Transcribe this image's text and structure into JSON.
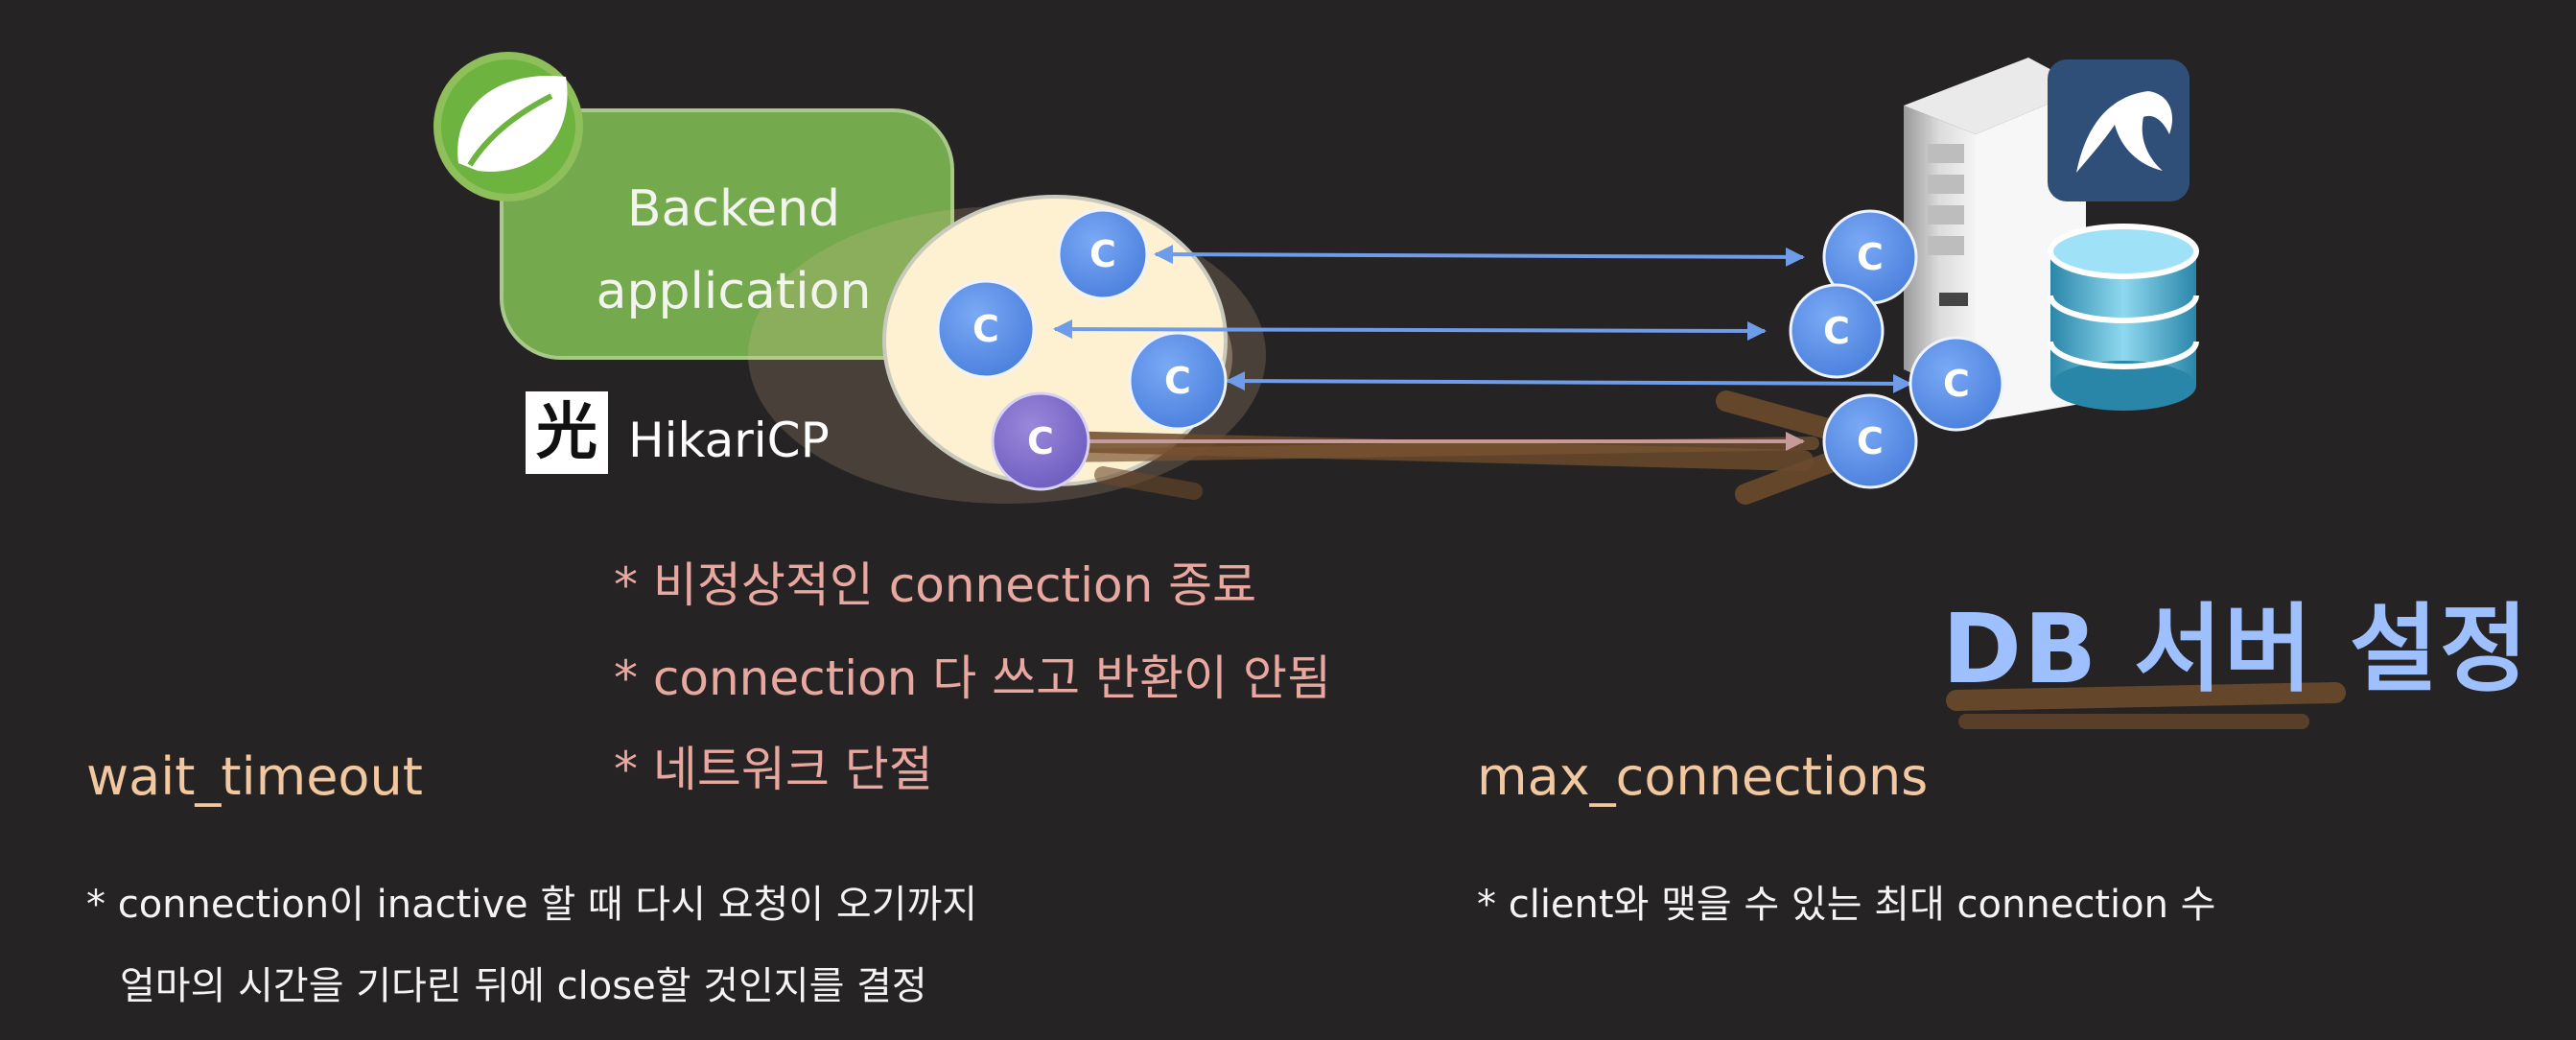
{
  "diagram": {
    "app_box_label_line1": "Backend",
    "app_box_label_line2": "application",
    "pool_label": "HikariCP",
    "pool_logo_glyph": "光",
    "connection_letter": "C",
    "db_settings_title": "DB 서버 설정",
    "colors": {
      "app_box": "#74a94e",
      "pool_circle": "#fdf1d2",
      "connection": "#5b8fe8",
      "stale_connection": "#8a76d0",
      "arrow": "#6f9ce8",
      "stale_arrow": "#c79a9a"
    },
    "icons": [
      "spring-leaf-icon",
      "hikari-logo-icon",
      "server-tower-icon",
      "mysql-dolphin-icon",
      "database-cylinder-icon"
    ]
  },
  "causes": [
    "* 비정상적인 connection 종료",
    "* connection 다 쓰고 반환이 안됨",
    "* 네트워크 단절"
  ],
  "wait_timeout": {
    "title": "wait_timeout",
    "desc_line1": "* connection이 inactive 할 때 다시 요청이 오기까지",
    "desc_line2": "얼마의 시간을 기다린 뒤에 close할 것인지를 결정"
  },
  "max_connections": {
    "title": "max_connections",
    "desc": "* client와 맺을 수 있는 최대 connection 수"
  }
}
